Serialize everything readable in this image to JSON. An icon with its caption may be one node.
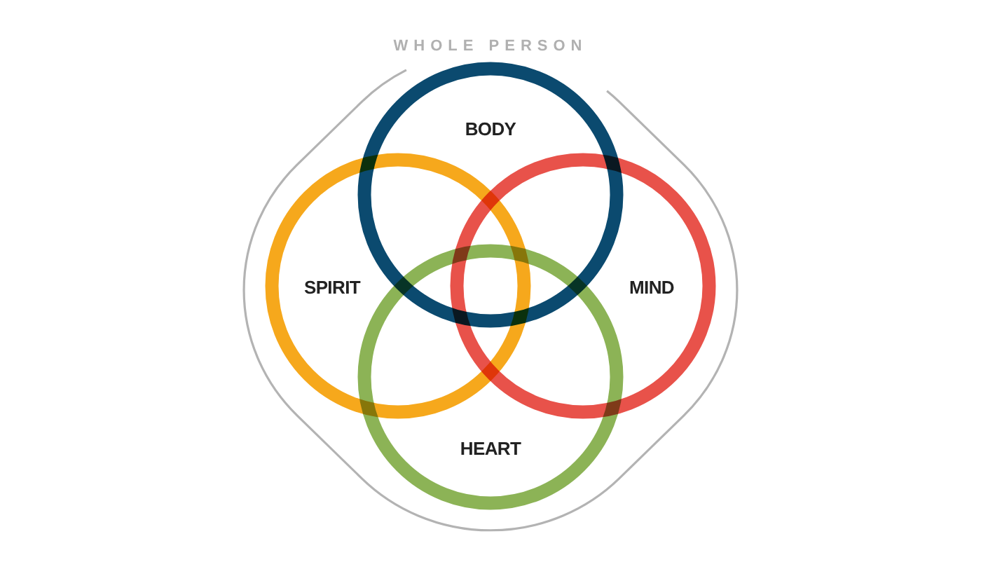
{
  "diagram": {
    "nodes": [
      {
        "text": [
          "WHOLE PERSON"
        ]
      },
      {
        "text": [
          "BODY"
        ],
        "in": 0
      },
      {
        "text": [
          "SPIRIT"
        ],
        "in": 0
      },
      {
        "text": [
          "MIND"
        ],
        "in": 0
      },
      {
        "text": [
          "HEART"
        ],
        "in": 0
      }
    ]
  }
}
